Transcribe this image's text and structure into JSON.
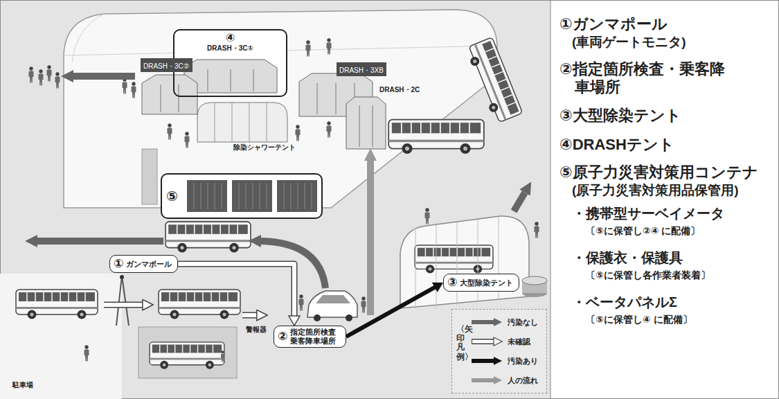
{
  "diagram": {
    "nodes": [
      {
        "text": [
          "④",
          "DRASH・3C①"
        ]
      },
      {
        "text": [
          "DRASH・3C②"
        ]
      },
      {
        "text": [
          "DRASH・3XB"
        ]
      },
      {
        "text": [
          "⑤"
        ]
      },
      {
        "text": [
          "①",
          "ガンマポール"
        ]
      },
      {
        "text": [
          "③",
          "大型除染テント"
        ]
      },
      {
        "text": [
          "②",
          "指定箇所検査 乗客降車場所"
        ]
      }
    ],
    "edges": [
      {
        "from": 4,
        "to": 6,
        "arrow": "to"
      },
      {
        "from": 6,
        "to": 5,
        "arrow": "to"
      }
    ],
    "labels": [
      "DRASH・2C",
      "除染シャワーテント",
      "警報器",
      "駐車場",
      "〈矢印凡例〉",
      "①ガンマポール",
      "(車両ゲートモニタ)",
      "②指定箇所検査・乗客降車場所",
      "③大型除染テント",
      "④DRASHテント",
      "⑤原子力災害対策用コンテナ",
      "(原子力災害対策用品保管用)",
      "・携帯型サーベイメータ",
      "〔⑤に保管し②④ に配備〕",
      "・保護衣・保護具",
      "〔⑤に保管し各作業者装着〕",
      "・ベータパネルΣ",
      "〔⑤に保管し④ に配備〕"
    ],
    "legend": [
      {
        "text": "汚染なし"
      },
      {
        "text": "未確認"
      },
      {
        "text": "汚染あり"
      },
      {
        "text": "人の流れ"
      }
    ]
  }
}
